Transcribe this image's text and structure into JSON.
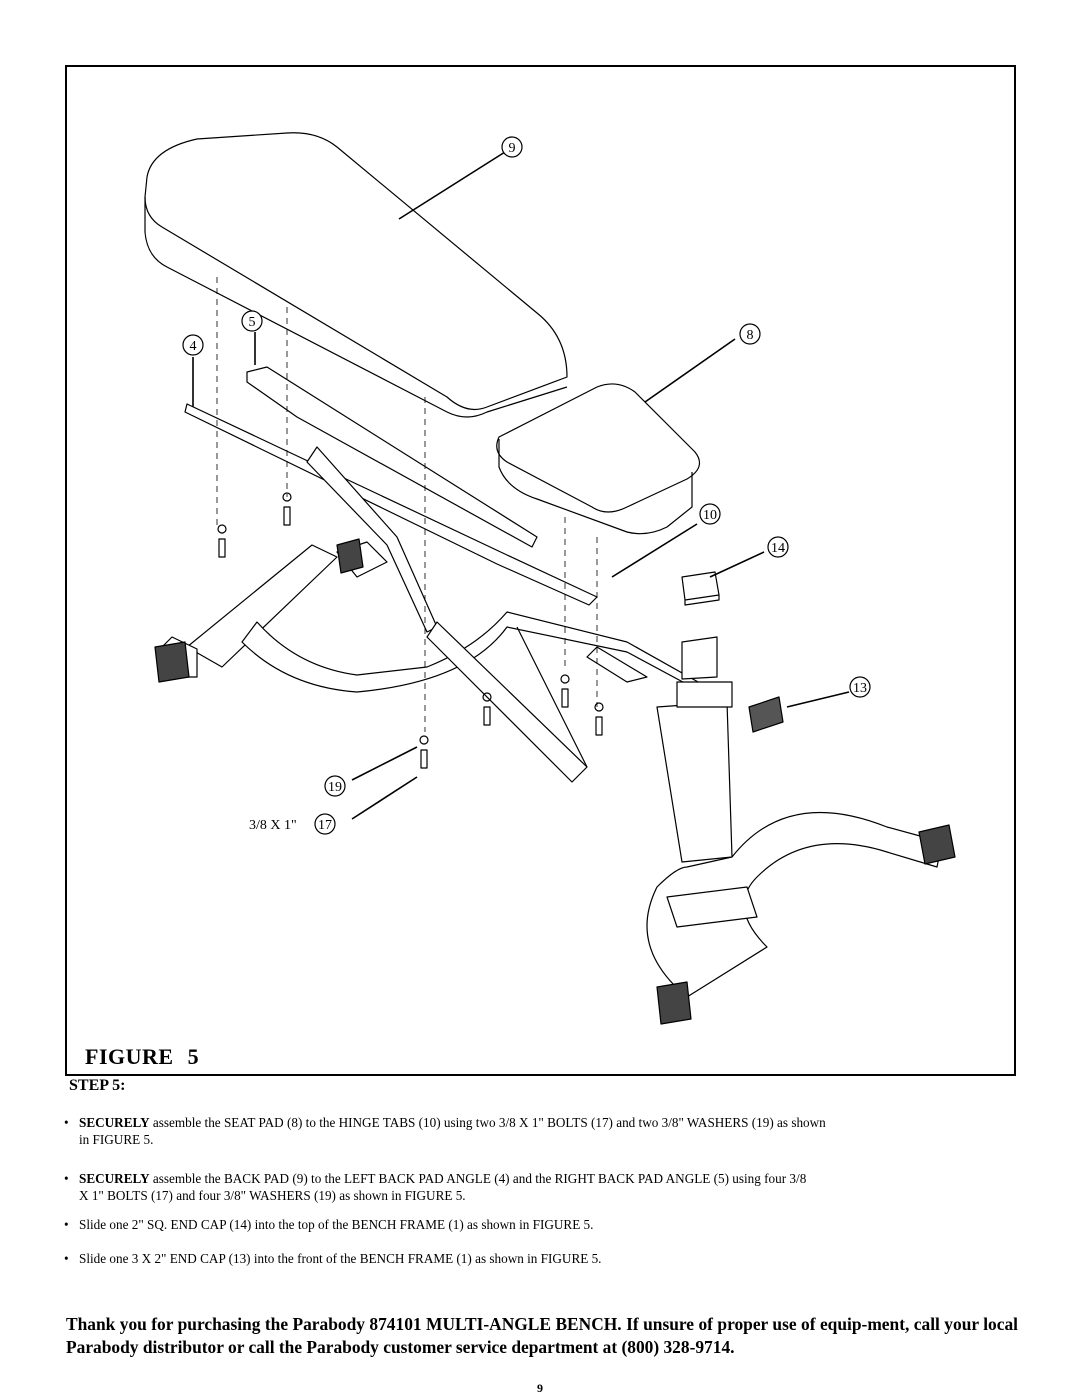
{
  "figure": {
    "label": "FIGURE",
    "number": "5",
    "callouts": [
      "9",
      "5",
      "4",
      "8",
      "10",
      "14",
      "13",
      "19",
      "17"
    ],
    "bolt_size_label": "3/8 X 1\""
  },
  "step": {
    "heading": "STEP 5:",
    "bullets": [
      {
        "bold": "SECURELY",
        "text": " assemble the SEAT PAD (8) to the HINGE TABS (10) using two 3/8 X 1\" BOLTS (17) and two 3/8\" WASHERS (19) as shown",
        "text2": "in FIGURE 5."
      },
      {
        "bold": "SECURELY",
        "text": " assemble the BACK PAD (9) to the LEFT BACK PAD ANGLE (4) and the RIGHT BACK PAD ANGLE (5) using four 3/8",
        "text2": "X 1\" BOLTS (17) and four 3/8\" WASHERS (19) as shown in FIGURE 5."
      },
      {
        "bold": "",
        "text": "Slide one 2\" SQ. END CAP (14) into the top of the BENCH FRAME (1) as shown in FIGURE 5.",
        "text2": ""
      },
      {
        "bold": "",
        "text": "Slide one 3 X 2\" END CAP (13) into the front of the BENCH FRAME (1) as shown in FIGURE 5.",
        "text2": ""
      }
    ],
    "bullet_char": "•"
  },
  "thanks": "Thank you for purchasing the Parabody 874101 MULTI-ANGLE BENCH. If unsure of proper use of equip-ment, call your local Parabody distributor or call the Parabody customer service department at (800) 328-9714.",
  "page_number": "9"
}
